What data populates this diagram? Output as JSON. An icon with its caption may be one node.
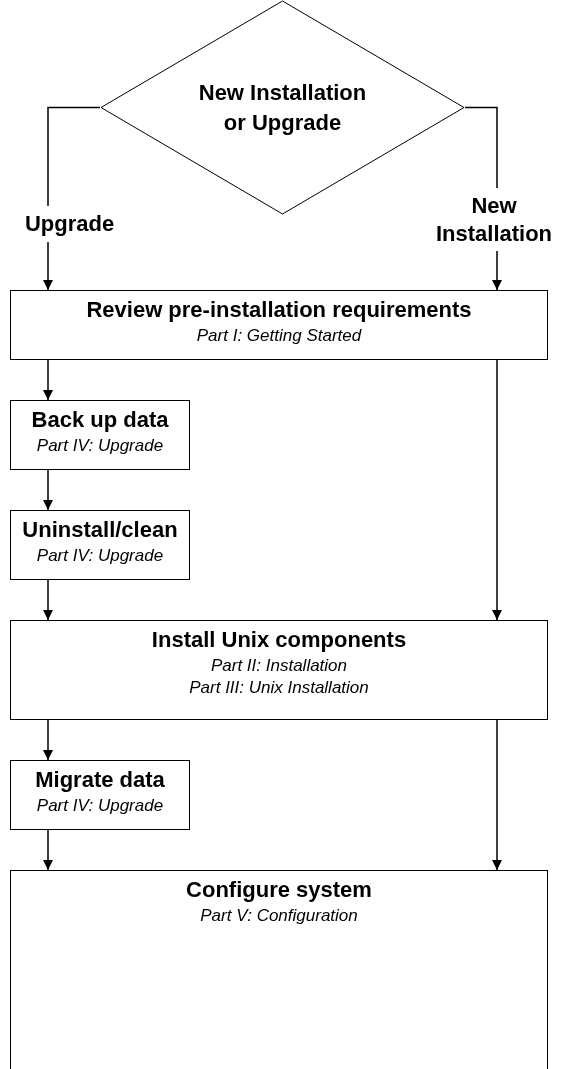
{
  "diagram": {
    "nodes": [
      {
        "text": [
          "New Installation or Upgrade"
        ]
      },
      {
        "text": [
          "Review pre-installation requirements",
          "Part I: Getting Started"
        ]
      },
      {
        "text": [
          "Back up data",
          "Part IV: Upgrade"
        ]
      },
      {
        "text": [
          "Uninstall/clean",
          "Part IV: Upgrade"
        ]
      },
      {
        "text": [
          "Install Unix components",
          "Part II: Installation",
          "Part III: Unix Installation"
        ]
      },
      {
        "text": [
          "Migrate data",
          "Part IV: Upgrade"
        ]
      },
      {
        "text": [
          "Configure system",
          "Part V: Configuration"
        ]
      }
    ],
    "edges": [
      {
        "from": 0,
        "to": 1,
        "arrow": "to",
        "label": "Upgrade"
      },
      {
        "from": 0,
        "to": 1,
        "arrow": "to",
        "label": "New Installation"
      },
      {
        "from": 1,
        "to": 2,
        "arrow": "to"
      },
      {
        "from": 2,
        "to": 3,
        "arrow": "to"
      },
      {
        "from": 3,
        "to": 4,
        "arrow": "to"
      },
      {
        "from": 1,
        "to": 4,
        "arrow": "to"
      },
      {
        "from": 4,
        "to": 5,
        "arrow": "to"
      },
      {
        "from": 5,
        "to": 6,
        "arrow": "to"
      },
      {
        "from": 4,
        "to": 6,
        "arrow": "to"
      }
    ]
  }
}
